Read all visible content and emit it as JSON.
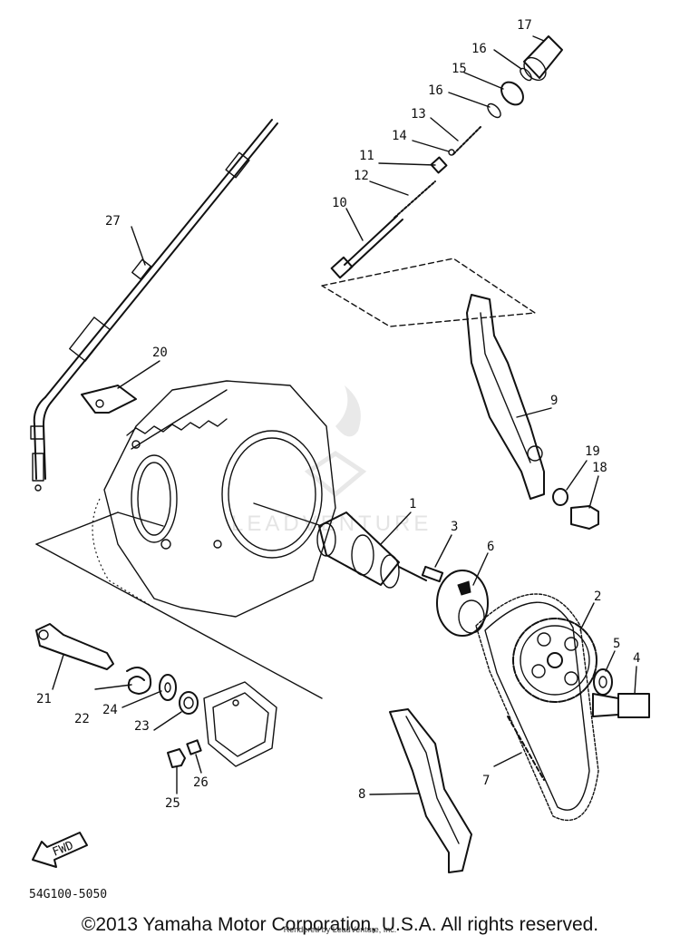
{
  "diagram": {
    "callouts": [
      {
        "id": "c1",
        "label": "1"
      },
      {
        "id": "c2",
        "label": "2"
      },
      {
        "id": "c3",
        "label": "3"
      },
      {
        "id": "c4",
        "label": "4"
      },
      {
        "id": "c5",
        "label": "5"
      },
      {
        "id": "c6",
        "label": "6"
      },
      {
        "id": "c7",
        "label": "7"
      },
      {
        "id": "c8",
        "label": "8"
      },
      {
        "id": "c9",
        "label": "9"
      },
      {
        "id": "c10",
        "label": "10"
      },
      {
        "id": "c11",
        "label": "11"
      },
      {
        "id": "c12",
        "label": "12"
      },
      {
        "id": "c13",
        "label": "13"
      },
      {
        "id": "c14",
        "label": "14"
      },
      {
        "id": "c15",
        "label": "15"
      },
      {
        "id": "c16a",
        "label": "16"
      },
      {
        "id": "c16b",
        "label": "16"
      },
      {
        "id": "c17",
        "label": "17"
      },
      {
        "id": "c18",
        "label": "18"
      },
      {
        "id": "c19",
        "label": "19"
      },
      {
        "id": "c20",
        "label": "20"
      },
      {
        "id": "c21",
        "label": "21"
      },
      {
        "id": "c22",
        "label": "22"
      },
      {
        "id": "c23",
        "label": "23"
      },
      {
        "id": "c24",
        "label": "24"
      },
      {
        "id": "c25",
        "label": "25"
      },
      {
        "id": "c26",
        "label": "26"
      },
      {
        "id": "c27",
        "label": "27"
      }
    ],
    "fwd_label": "FWD",
    "diagram_code": "54G100-5050",
    "watermark": "LEADVENTURE"
  },
  "footer": {
    "copyright": "©2013 Yamaha Motor Corporation, U.S.A. All rights reserved.",
    "rendered_by": "Rendered by LeadVenture, Inc."
  }
}
